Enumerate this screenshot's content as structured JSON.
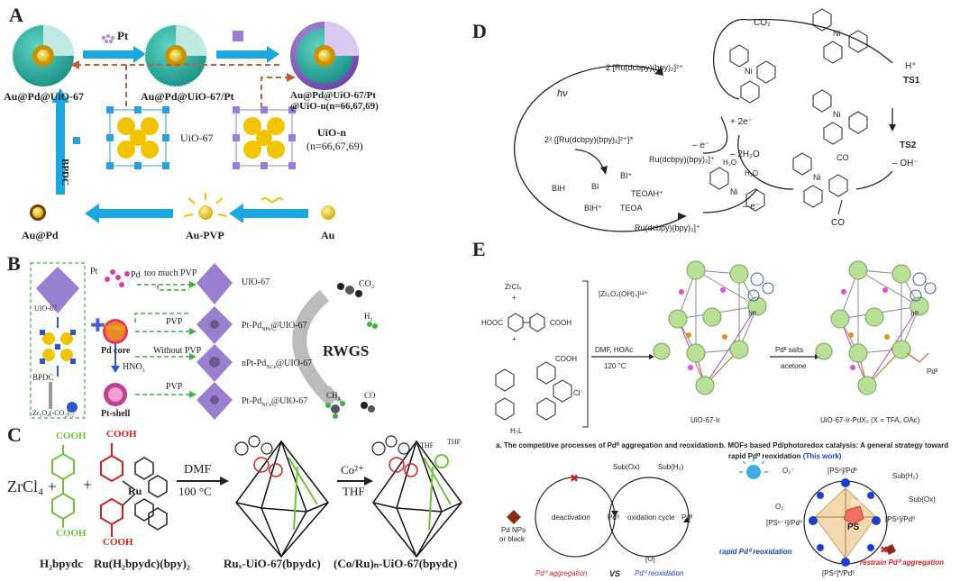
{
  "panels": {
    "A": {
      "label": "A",
      "pt_label": "Pt",
      "aupdu": "Au@Pd@UiO-67",
      "aupdu_pt": "Au@Pd@UiO-67/Pt",
      "final_1": "Au@Pd@UiO-67/Pt",
      "final_2": "@UiO-n(n=66,67,69)",
      "uio67": "UiO-67",
      "uion_1": "UiO-n",
      "uion_2": "(n=66,67,69)",
      "bpdc": "BPDC",
      "aupd": "Au@Pd",
      "aupvp": "Au-PVP",
      "au": "Au"
    },
    "B": {
      "label": "B",
      "pt_ion": "Pt",
      "pd_ion": "Pd",
      "too_much_pvp": "too much PVP",
      "uio67_top": "UIO-67",
      "uio67_left": "UIO-67",
      "pvp1": "PVP",
      "pvp2": "PVP",
      "without_pvp": "Without PVP",
      "pt_shell_label": "Pt shell",
      "pd_core": "Pd core",
      "hno3": "HNO",
      "pt_shell": "Pt-shell",
      "bpdc": "BPDC",
      "zr_cluster": "Zr₆O₄(-CO₂)₁₂",
      "prod1": "UIO-67",
      "prod2": "Pt-Pd",
      "prod2_sub": "NPs",
      "prod2_tail": "@UIO-67",
      "prod3": "nPt-Pd",
      "prod3_sub": "NCs",
      "prod3_tail": "@UIO-67",
      "prod4": "Pt-Pd",
      "prod4_sub": "NCs",
      "prod4_tail": "@UIO-67",
      "co2": "CO₂",
      "h2": "H₂",
      "rwgs": "RWGS",
      "ch4": "CH₄",
      "co": "CO"
    },
    "C": {
      "label": "C",
      "zrcl4": "ZrCl₄ +",
      "plus": "+",
      "cooh": "COOH",
      "ru": "Ru",
      "dmf": "DMF",
      "temp": "100 °C",
      "co2plus": "Co²⁺",
      "thf": "THF",
      "thf_a": "THF",
      "thf_b": "THF",
      "h2bpydc": "H₂bpydc",
      "ru_complex": "Ru(H₂bpydc)(bpy)₂",
      "rux": "Ruₓ-UiO-67(bpydc)",
      "coru": "(Co/Ru)ₙ-UiO-67(bpydc)"
    },
    "D": {
      "label": "D",
      "ru_top": "2 [Ru(dcbpy)(bpy)₂]²⁺",
      "hv": "hν",
      "ru_excited": "2³ {[Ru(dcbpy)(bpy)₂]²⁺}*",
      "ru_plus": "Ru(dcbpy)(bpy)₂]⁺",
      "bi_plus": "BI⁺",
      "bih": "BIH",
      "bi": "BI",
      "bih_plus": "BIH⁺",
      "teoah": "TEOAH⁺",
      "teoa": "TEOA",
      "ru_bottom": "Ru(dcbpy)(bpy)₂]⁺",
      "co2": "CO₂",
      "h_plus": "H⁺",
      "ts1": "TS1",
      "ts2": "TS2",
      "plus2e": "+ 2e⁻",
      "e_minus1": "– e⁻",
      "minus_2h2o": "– 2H₂O",
      "e_minus2": "– e⁻",
      "oh_minus": "– OH⁻",
      "co_out": "CO",
      "co_lig": "CO",
      "ni": "Ni",
      "h2o_a": "H₂O",
      "h2o_b": "H₂O"
    },
    "E": {
      "label": "E",
      "zrcl4": "ZrCl₄",
      "plus1": "+",
      "plus2": "+",
      "hooc": "HOOC",
      "cooh": "COOH",
      "cooh2": "COOH",
      "cl": "Cl⁻",
      "h3l": "H₃L",
      "cluster": "[Zr₆O₄(OH)₄]¹²⁺",
      "dmf": "DMF, HOAc",
      "temp": "120 °C",
      "pd_salts": "Pdᴵᴵ salts",
      "acetone": "acetone",
      "uio_ir": "UiO-67-Ir",
      "uio_ir_pd": "UiO-67-Ir-PdX₂ (X = TFA, OAc)",
      "ir": "Irᴵᴵᴵ",
      "pd2": "Pdᴵᴵ",
      "sub_a_title": "a. The competitive processes of  Pd⁰ aggregation and reoxidation:",
      "sub_b_title": "b. MOFs based Pd/photoredox catalysis: A general strategy toward",
      "sub_b_title2": "rapid Pd⁰ reoxidation",
      "this_work": "(This work)",
      "sub_ox": "Sub(Ox)",
      "sub_h2": "Sub(H₂)",
      "pd_nps": "Pd NPs",
      "or_black": "or black",
      "deactivation": "deactivation",
      "pd0": "Pd⁰",
      "oxidation_cycle": "oxidation cycle",
      "pd2b": "Pdᴵᴵ",
      "o": "[O]",
      "pd0_aggr": "Pd⁰ aggregation",
      "vs": "VS",
      "pd0_reox": "Pd⁰ reoxidation",
      "o2minus": "O₂⁻",
      "ps_n_pd2": "[PSⁿ]/Pdᴵᴵ",
      "sub_h2b": "Sub(H₂)",
      "sub_oxb": "Sub(Ox)",
      "o2": "O₂",
      "ps_n1": "[PSⁿ⁻¹]/Pd⁰",
      "pd0b": "Pd⁰",
      "ps": "PS",
      "ps_n_pd0": "[PSⁿ]/Pd⁰",
      "ps_star": "[PSⁿ]*/Pd⁰",
      "rapid": "rapid Pd⁰ reoxidation",
      "restrain": "restrain Pd⁰ aggregation"
    }
  },
  "colors": {
    "arrow_blue": "#1aa6e0",
    "mof_teal": "#2fb5a6",
    "shell_purple": "#8a5fc0",
    "au_yellow": "#f2c400",
    "green": "#6cc43b",
    "red": "#d22020",
    "blue_text": "#1a3fd0",
    "violet": "#9a7fd0"
  }
}
